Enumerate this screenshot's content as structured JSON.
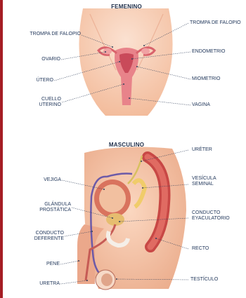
{
  "female": {
    "title": "FEMENINO",
    "labels": {
      "trompa_left": "TROMPA DE FALOPIO",
      "ovario": "OVARIO",
      "utero": "ÚTERO",
      "cuello": "CUELLO\nUTERINO",
      "trompa_right": "TROMPA DE FALOPIO",
      "endometrio": "ENDOMETRIO",
      "miometrio": "MIOMETRIO",
      "vagina": "VAGINA"
    }
  },
  "male": {
    "title": "MASCULINO",
    "labels": {
      "vejiga": "VEJIGA",
      "glandula": "GLÁNDULA\nPROSTÁTICA",
      "conducto_deferente": "CONDUCTO\nDEFERENTE",
      "pene": "PENE",
      "uretra": "URETRA",
      "ureter": "URÉTER",
      "vesicula": "VESÍCULA\nSEMINAL",
      "conducto_eyaculatorio": "CONDUCTO\nEYACULATORIO",
      "recto": "RECTO",
      "testiculo": "TESTÍCULO"
    }
  },
  "colors": {
    "accent_bar": "#a51d24",
    "skin": "#f6c8ad",
    "organ": "#e77d7d",
    "label_text": "#1f3559"
  }
}
